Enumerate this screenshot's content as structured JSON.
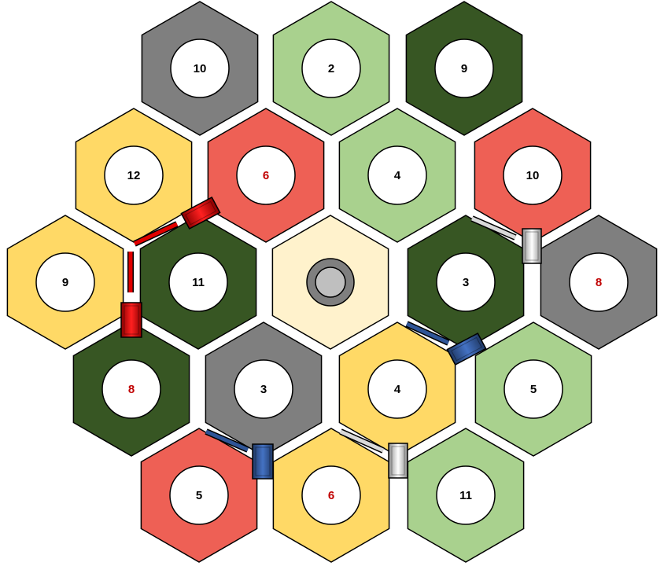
{
  "colors": {
    "grass": "#a9d18e",
    "forest": "#375623",
    "mountain": "#7f7f7f",
    "wheat": "#ffd966",
    "brick": "#ee6055",
    "desert": "#fff2cc",
    "hot_number": "#c00000",
    "player_red": "#e00000",
    "player_blue": "#2f5597",
    "player_white": "#d9d9d9"
  },
  "hexes": [
    {
      "terrain": "mountain",
      "number": "10",
      "hot": false
    },
    {
      "terrain": "grass",
      "number": "2",
      "hot": false
    },
    {
      "terrain": "forest",
      "number": "9",
      "hot": false
    },
    {
      "terrain": "wheat",
      "number": "12",
      "hot": false
    },
    {
      "terrain": "brick",
      "number": "6",
      "hot": true
    },
    {
      "terrain": "grass",
      "number": "4",
      "hot": false
    },
    {
      "terrain": "brick",
      "number": "10",
      "hot": false
    },
    {
      "terrain": "wheat",
      "number": "9",
      "hot": false
    },
    {
      "terrain": "forest",
      "number": "11",
      "hot": false
    },
    {
      "terrain": "desert",
      "number": "",
      "hot": false,
      "robber": true
    },
    {
      "terrain": "forest",
      "number": "3",
      "hot": false
    },
    {
      "terrain": "mountain",
      "number": "8",
      "hot": true
    },
    {
      "terrain": "forest",
      "number": "8",
      "hot": true
    },
    {
      "terrain": "mountain",
      "number": "3",
      "hot": false
    },
    {
      "terrain": "wheat",
      "number": "4",
      "hot": false
    },
    {
      "terrain": "grass",
      "number": "5",
      "hot": false
    },
    {
      "terrain": "brick",
      "number": "5",
      "hot": false
    },
    {
      "terrain": "wheat",
      "number": "6",
      "hot": true
    },
    {
      "terrain": "grass",
      "number": "11",
      "hot": false
    }
  ],
  "roads": [
    {
      "player": "red"
    },
    {
      "player": "red"
    },
    {
      "player": "blue"
    },
    {
      "player": "blue"
    },
    {
      "player": "white"
    },
    {
      "player": "white"
    }
  ],
  "settlements": [
    {
      "player": "red"
    },
    {
      "player": "red"
    },
    {
      "player": "white"
    },
    {
      "player": "blue"
    },
    {
      "player": "blue"
    },
    {
      "player": "white"
    }
  ]
}
